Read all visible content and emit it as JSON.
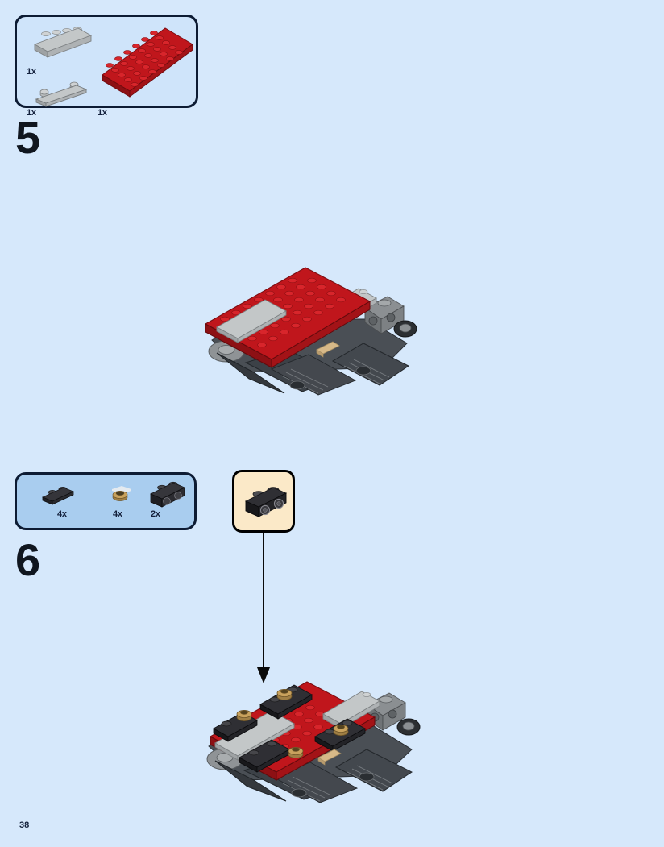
{
  "page": {
    "number": "38",
    "background_color": "#d6e8fb"
  },
  "steps": [
    {
      "id": "step-5",
      "number": "5",
      "parts_box": {
        "name": "parts-callout-step-5",
        "background_color": "#cfe4fa",
        "border_color": "#0d1b33",
        "parts": [
          {
            "name": "light-gray-plate-2x4",
            "quantity": "1x",
            "color": "#b9bcbd"
          },
          {
            "name": "light-gray-plate-1x4-with-studs",
            "quantity": "1x",
            "color": "#a8acae"
          },
          {
            "name": "red-plate-6x8",
            "quantity": "1x",
            "color": "#b3141b"
          }
        ]
      },
      "assembly": {
        "name": "chassis-with-red-plate",
        "colors": {
          "plate": "#c0161c",
          "chassis": "#3a3f45",
          "gray": "#9ea2a4",
          "tan": "#d7b988"
        }
      }
    },
    {
      "id": "step-6",
      "number": "6",
      "parts_box": {
        "name": "parts-callout-step-6",
        "background_color": "#a9cdef",
        "border_color": "#0d1b33",
        "parts": [
          {
            "name": "black-plate-1x2",
            "quantity": "4x",
            "color": "#2c2c2e"
          },
          {
            "name": "pearl-gold-round-stud",
            "quantity": "4x",
            "color": "#c9a25d"
          },
          {
            "name": "black-brick-1x2-with-side-studs",
            "quantity": "2x",
            "color": "#262628"
          }
        ]
      },
      "detail_box": {
        "name": "highlighted-part-detail",
        "background_color": "#fbe9c8",
        "border_color": "#000000",
        "part": {
          "name": "black-brick-1x2-with-side-studs",
          "color": "#1f1f21"
        }
      },
      "arrow": {
        "name": "placement-arrow",
        "direction": "down",
        "color": "#0a0a0a"
      },
      "assembly": {
        "name": "chassis-with-black-plates-and-gold-studs",
        "colors": {
          "plate": "#c0161c",
          "chassis": "#2f3338",
          "gray": "#9ea2a4",
          "gold": "#c9a25d"
        }
      }
    }
  ]
}
